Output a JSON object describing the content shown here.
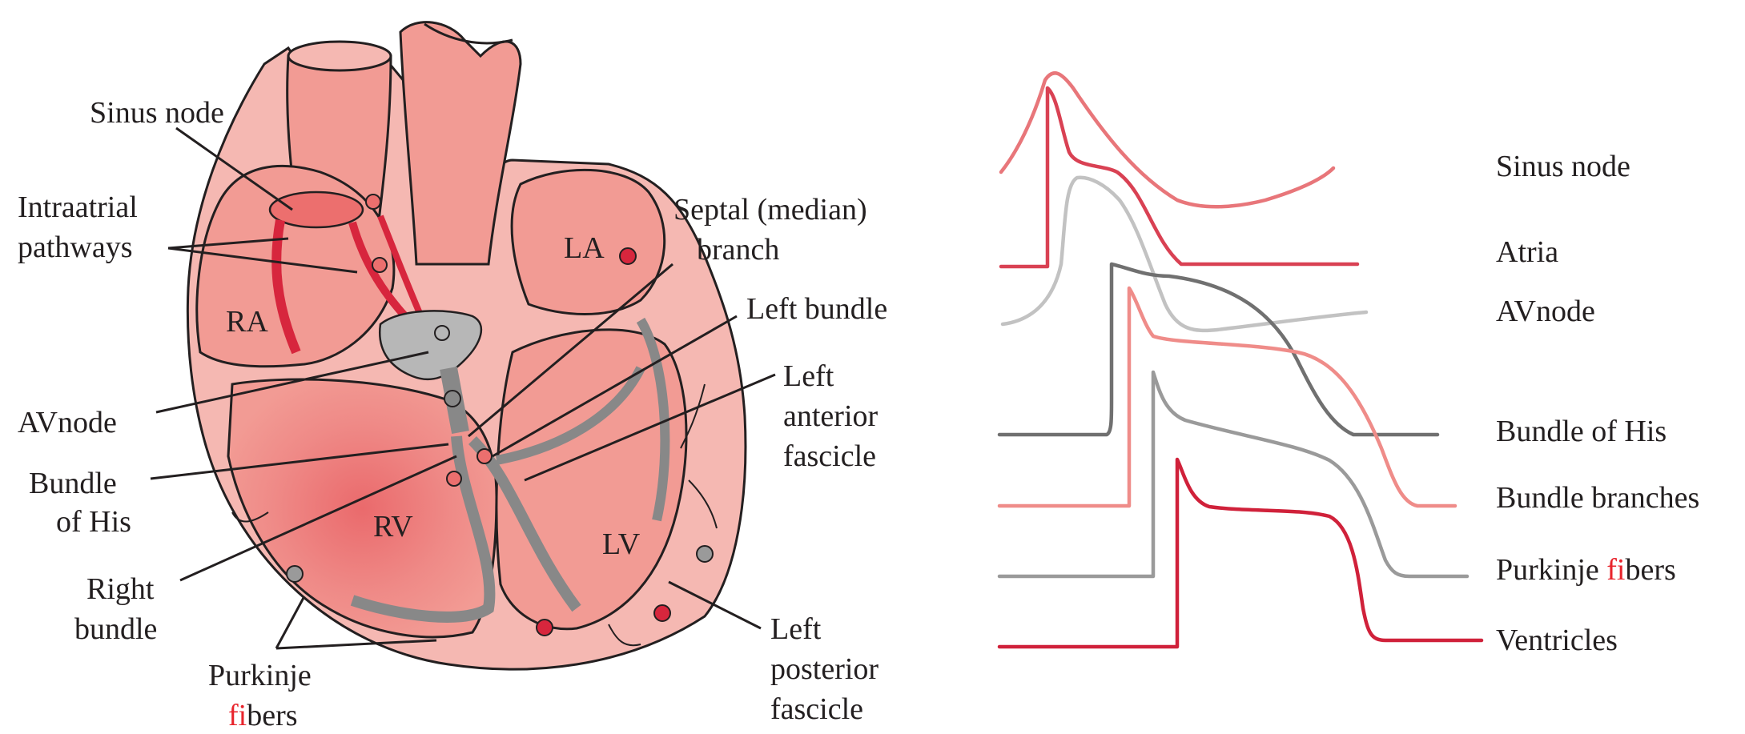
{
  "heart_labels": {
    "sinus_node": "Sinus node",
    "intraatrial_1": "Intraatrial",
    "intraatrial_2": "pathways",
    "ra": "RA",
    "la": "LA",
    "rv": "RV",
    "lv": "LV",
    "av_node": "AVnode",
    "bundle_of_his_1": "Bundle",
    "bundle_of_his_2": "of His",
    "right_bundle_1": "Right",
    "right_bundle_2": "bundle",
    "purkinje_1": "Purkinje",
    "purkinje_2_prefix": "fi",
    "purkinje_2_suffix": "bers",
    "septal_1": "Septal (median)",
    "septal_2": "branch",
    "left_bundle": "Left bundle",
    "left_anterior_1": "Left",
    "left_anterior_2": "anterior",
    "left_anterior_3": "fascicle",
    "left_posterior_1": "Left",
    "left_posterior_2": "posterior",
    "left_posterior_3": "fascicle"
  },
  "trace_labels": {
    "sinus_node": "Sinus node",
    "atria": "Atria",
    "av_node": "AVnode",
    "bundle_of_his": "Bundle of His",
    "bundle_branches": "Bundle branches",
    "purkinje_prefix": "Purkinje ",
    "purkinje_fi": "fi",
    "purkinje_suffix": "bers",
    "ventricles": "Ventricles"
  },
  "colors": {
    "outline": "#231f20",
    "wall_light": "#f5b8b2",
    "chamber": "#f29b94",
    "chamber_dark": "#ec6f6e",
    "conduction_gray": "#888888",
    "node_gray": "#b7b7b7",
    "red_accent": "#d7263d",
    "ligature_red": "#e8242c",
    "trace_sinus": "#e8767a",
    "trace_atria": "#d94153",
    "trace_av": "#c2c2c2",
    "trace_his": "#707070",
    "trace_branches": "#ef8c89",
    "trace_purkinje": "#9a9a9a",
    "trace_ventricles": "#d0213a"
  }
}
